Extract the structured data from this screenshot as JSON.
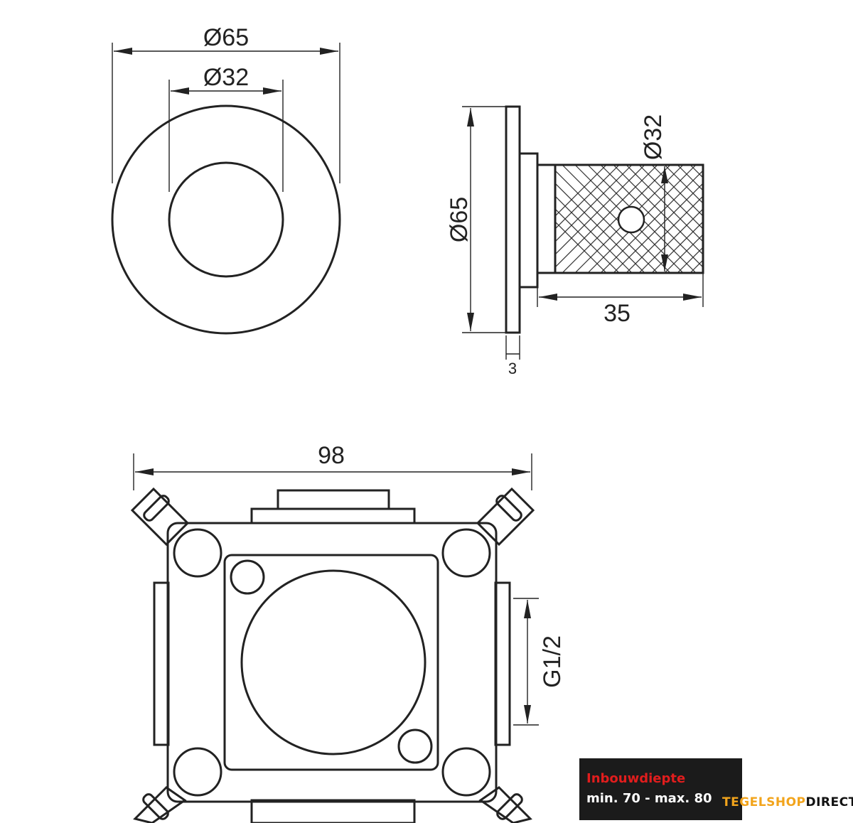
{
  "front_view": {
    "outer_diameter_label": "Ø65",
    "inner_diameter_label": "Ø32"
  },
  "side_view": {
    "plate_diameter_label": "Ø65",
    "knob_diameter_label": "Ø32",
    "knob_length_label": "35",
    "plate_thickness_label": "3"
  },
  "box_view": {
    "width_label": "98",
    "thread_label": "G1/2"
  },
  "badge": {
    "title": "Inbouwdiepte",
    "range": "min. 70 - max. 80"
  },
  "brand": {
    "part_a": "TEGELSHOP",
    "part_b": "DIRECT",
    "accent_color": "#f2a41c"
  }
}
